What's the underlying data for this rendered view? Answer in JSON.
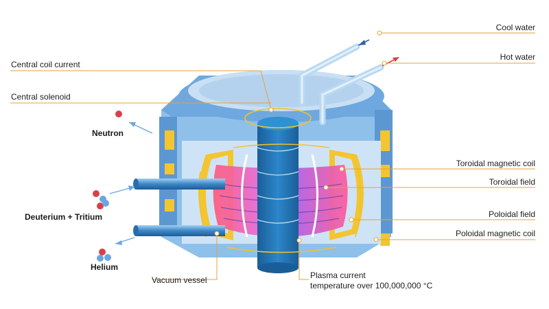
{
  "labels": {
    "cool_water": "Cool water",
    "hot_water": "Hot water",
    "central_coil_current": "Central coil current",
    "central_solenoid": "Central solenoid",
    "neutron": "Neutron",
    "deuterium_tritium": "Deuterium + Tritium",
    "helium": "Helium",
    "toroidal_magnetic_coil": "Toroidal magnetic coil",
    "toroidal_field": "Toroidal field",
    "poloidal_field": "Poloidal field",
    "poloidal_magnetic_coil": "Poloidal magnetic coil",
    "vacuum_vessel": "Vacuum vessel",
    "plasma_current": "Plasma current",
    "temperature": "temperature over 100,000,000 °C"
  },
  "colors": {
    "leader_line": "#e3a33a",
    "shell_blue": "#7fb6e6",
    "shell_dark": "#3f7fc4",
    "coil_yellow": "#f3c531",
    "plasma_pink": "#e86ad2",
    "plasma_purple": "#a44ee0",
    "solenoid_blue": "#1f6fb0",
    "particle_red": "#d8404a",
    "particle_blue": "#6aa6e0"
  }
}
